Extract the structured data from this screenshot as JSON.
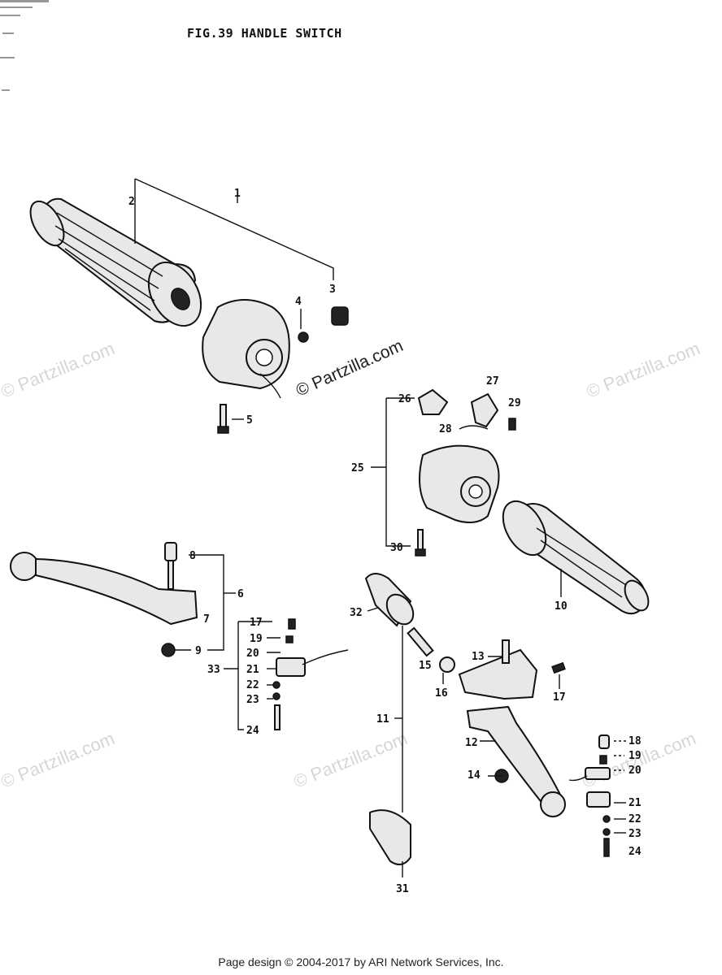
{
  "figure": {
    "title": "FIG.39  HANDLE SWITCH"
  },
  "watermarks": {
    "main": "© Partzilla.com",
    "repeat": "© Partzilla.com"
  },
  "callouts": [
    "1",
    "2",
    "3",
    "4",
    "5",
    "6",
    "7",
    "8",
    "9",
    "10",
    "11",
    "12",
    "13",
    "14",
    "15",
    "16",
    "17",
    "18",
    "19",
    "20",
    "21",
    "22",
    "23",
    "24",
    "25",
    "26",
    "27",
    "28",
    "29",
    "30",
    "31",
    "32",
    "33"
  ],
  "left_lever_stack": [
    "17",
    "19",
    "20",
    "21",
    "22",
    "23",
    "24"
  ],
  "right_lever_stack": [
    "18",
    "19",
    "20",
    "21",
    "22",
    "23",
    "24"
  ],
  "footer": {
    "text": "Page design © 2004-2017 by ARI Network Services, Inc."
  }
}
